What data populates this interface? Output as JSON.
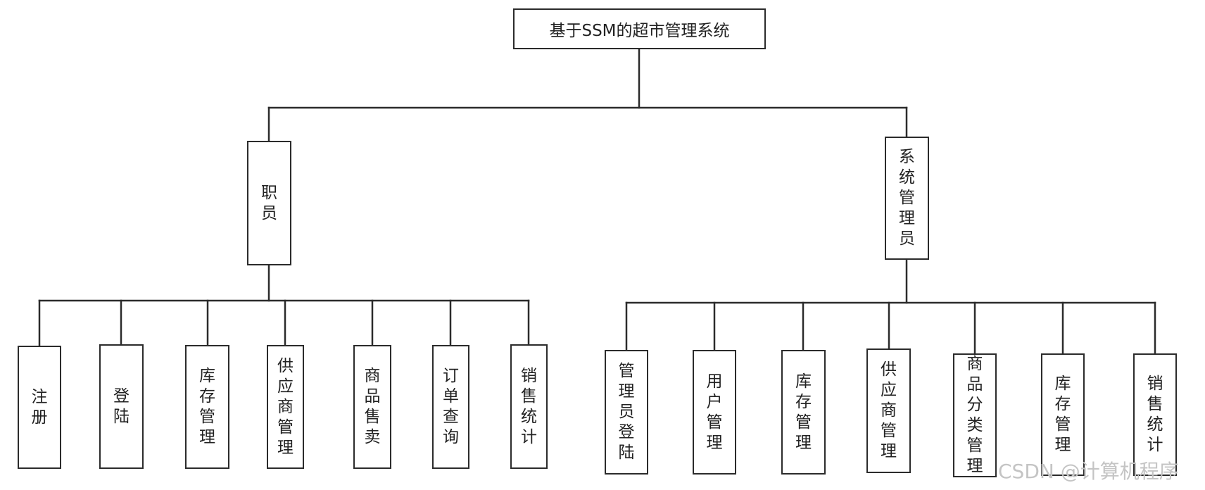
{
  "root": {
    "label": "基于SSM的超市管理系统"
  },
  "roles": {
    "staff": {
      "label": "职员",
      "functions": [
        "注册",
        "登陆",
        "库存管理",
        "供应商管理",
        "商品售卖",
        "订单查询",
        "销售统计"
      ]
    },
    "admin": {
      "label": "系统管理员",
      "functions": [
        "管理员登陆",
        "用户管理",
        "库存管理",
        "供应商管理",
        "商品分类管理",
        "库存管理",
        "销售统计"
      ]
    }
  },
  "watermark": "CSDN @计算机程序"
}
